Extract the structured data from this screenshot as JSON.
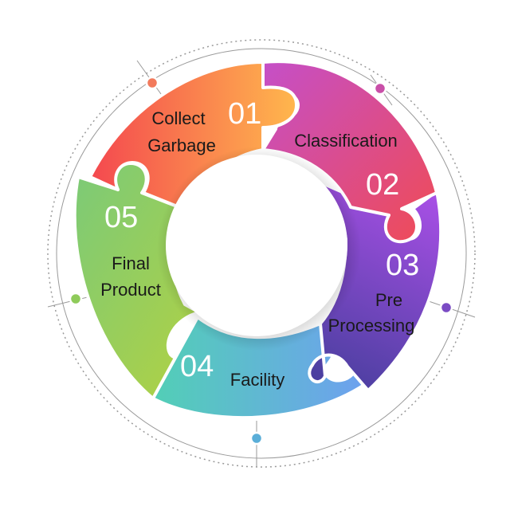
{
  "segments": [
    {
      "number": "01",
      "label_lines": [
        "Collect",
        "Garbage"
      ],
      "colors": [
        "#f4484f",
        "#ffb74d"
      ]
    },
    {
      "number": "02",
      "label_lines": [
        "Classification"
      ],
      "colors": [
        "#c54fc8",
        "#f04b54"
      ]
    },
    {
      "number": "03",
      "label_lines": [
        "Pre",
        "Processing"
      ],
      "colors": [
        "#a64fe4",
        "#4b3fa0"
      ]
    },
    {
      "number": "04",
      "label_lines": [
        "Facility"
      ],
      "colors": [
        "#52cfb6",
        "#6f9ef2"
      ]
    },
    {
      "number": "05",
      "label_lines": [
        "Final",
        "Product"
      ],
      "colors": [
        "#7bca78",
        "#b6d23e"
      ]
    }
  ],
  "marker_colors": [
    "#f27a5c",
    "#c94fa8",
    "#7b4bc4",
    "#5aaed8",
    "#8fcb5a"
  ],
  "ring_color": "#9a9a9a"
}
